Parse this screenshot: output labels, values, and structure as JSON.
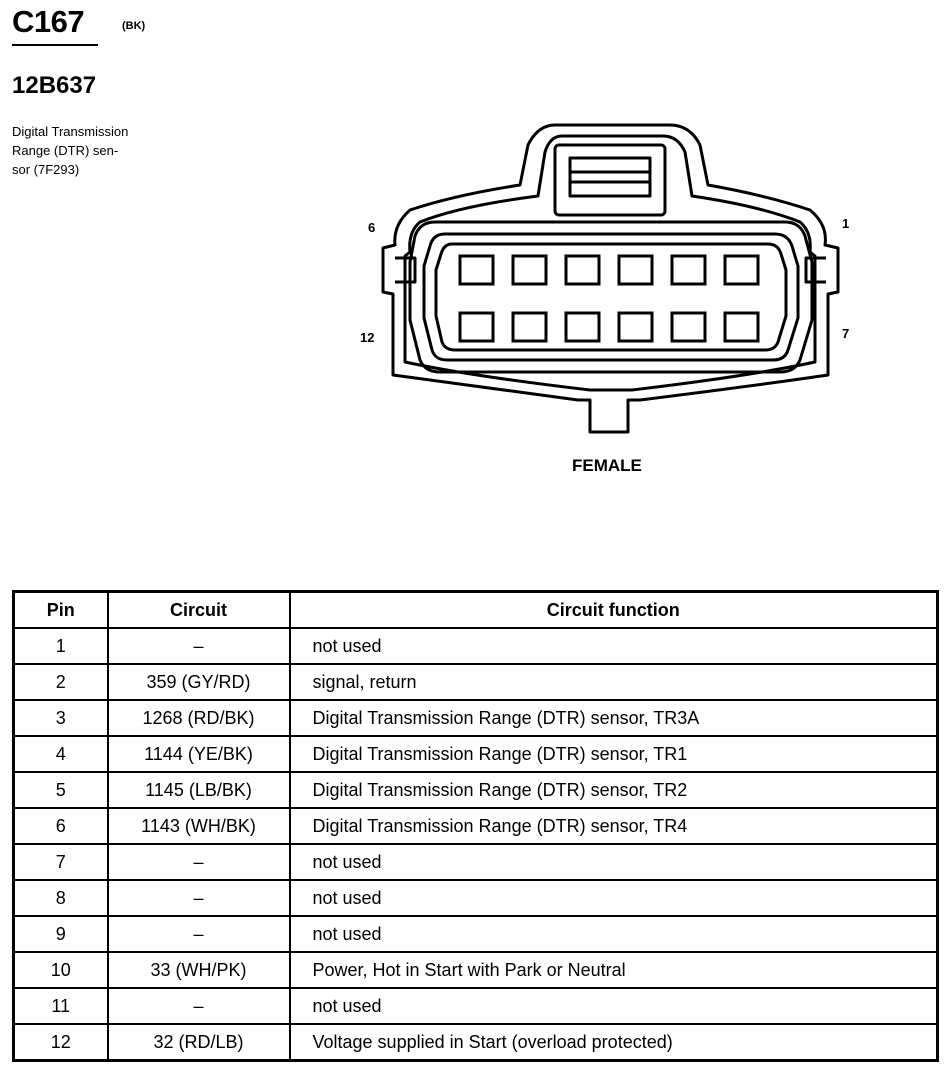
{
  "connector": {
    "id": "C167",
    "color_code": "(BK)",
    "part_number": "12B637",
    "description_lines": [
      "Digital Transmission",
      "Range (DTR) sen-",
      "sor (7F293)"
    ],
    "gender": "FEMALE",
    "pin_labels": {
      "top_left": "6",
      "top_right": "1",
      "bottom_left": "12",
      "bottom_right": "7"
    },
    "pin_count": 12,
    "rows": 2,
    "pins_per_row": 6
  },
  "table": {
    "headers": [
      "Pin",
      "Circuit",
      "Circuit function"
    ],
    "rows": [
      {
        "pin": "1",
        "circuit": "–",
        "function": "not used"
      },
      {
        "pin": "2",
        "circuit": "359 (GY/RD)",
        "function": "signal, return"
      },
      {
        "pin": "3",
        "circuit": "1268 (RD/BK)",
        "function": "Digital Transmission Range (DTR) sensor, TR3A"
      },
      {
        "pin": "4",
        "circuit": "1144 (YE/BK)",
        "function": "Digital Transmission Range (DTR) sensor, TR1"
      },
      {
        "pin": "5",
        "circuit": "1145 (LB/BK)",
        "function": "Digital Transmission Range (DTR) sensor, TR2"
      },
      {
        "pin": "6",
        "circuit": "1143 (WH/BK)",
        "function": "Digital Transmission Range (DTR) sensor, TR4"
      },
      {
        "pin": "7",
        "circuit": "–",
        "function": "not used"
      },
      {
        "pin": "8",
        "circuit": "–",
        "function": "not used"
      },
      {
        "pin": "9",
        "circuit": "–",
        "function": "not used"
      },
      {
        "pin": "10",
        "circuit": "33 (WH/PK)",
        "function": "Power, Hot in Start with Park or Neutral"
      },
      {
        "pin": "11",
        "circuit": "–",
        "function": "not used"
      },
      {
        "pin": "12",
        "circuit": "32 (RD/LB)",
        "function": "Voltage supplied in Start (overload protected)"
      }
    ]
  }
}
